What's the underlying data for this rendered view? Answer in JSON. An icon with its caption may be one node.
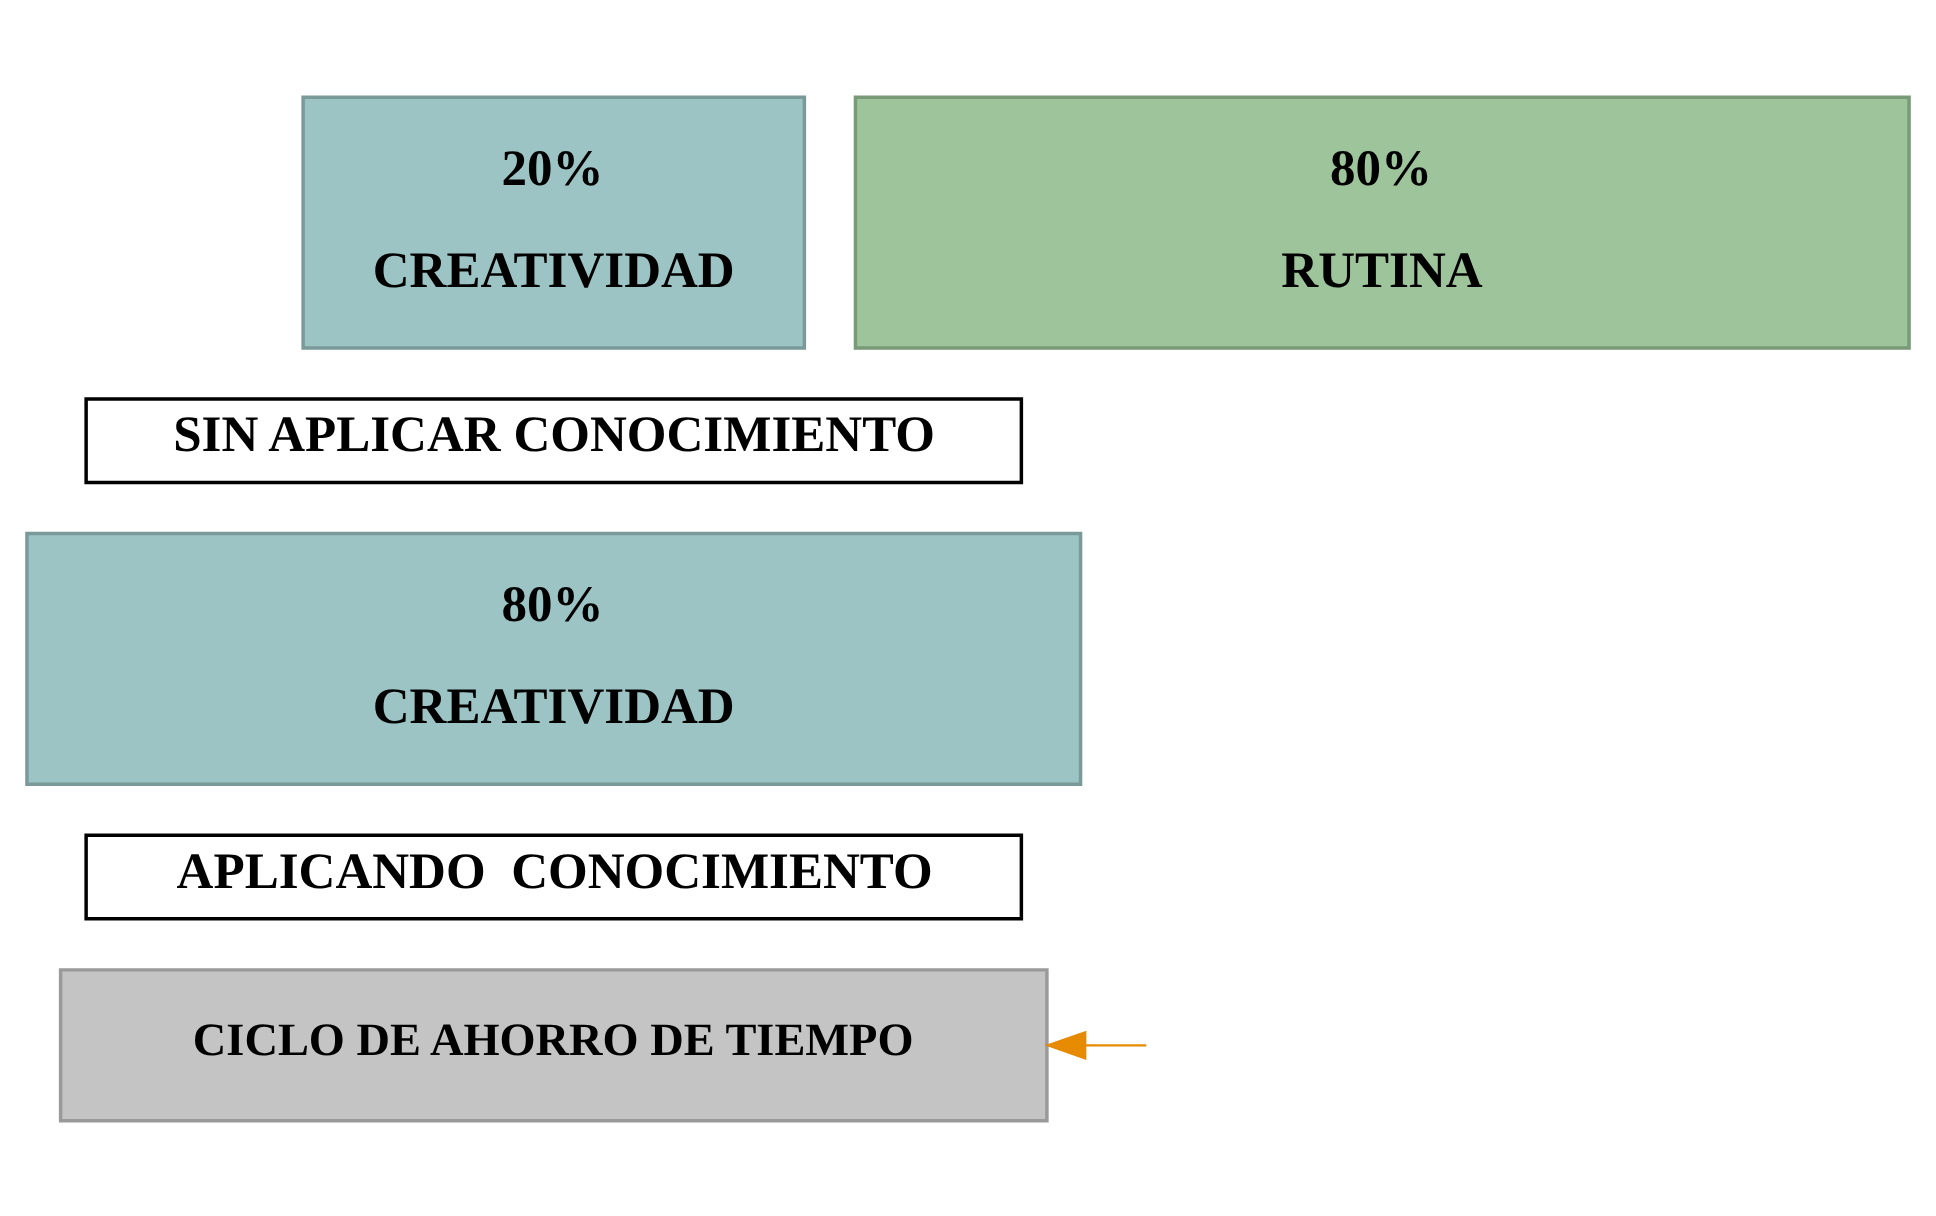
{
  "diagram": {
    "nodes": [
      {
        "text": [
          "20%",
          "CREATIVIDAD"
        ]
      },
      {
        "text": [
          "80%",
          "RUTINA"
        ]
      },
      {
        "text": [
          "SIN APLICAR CONOCIMIENTO"
        ]
      },
      {
        "text": [
          "80%",
          "CREATIVIDAD"
        ]
      },
      {
        "text": [
          "APLICANDO  CONOCIMIENTO"
        ]
      },
      {
        "text": [
          "CICLO DE AHORRO DE TIEMPO"
        ]
      }
    ],
    "edges": [
      {
        "from": null,
        "to": 5,
        "arrow": "to",
        "color": "#e68a00"
      }
    ]
  }
}
